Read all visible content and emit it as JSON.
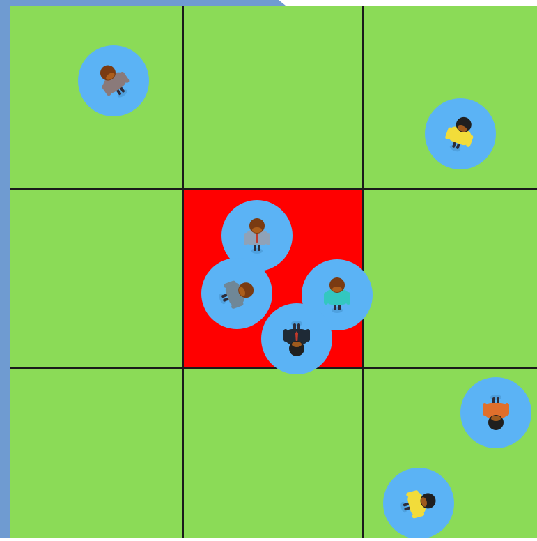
{
  "colors": {
    "background": "#ffffff",
    "frame": "#6f9bd1",
    "grass": "#8bdb57",
    "highlight": "#ff0000",
    "grid_line": "#1a1a1a",
    "token_circle": "#5bb3f5",
    "skin": "#b5651d",
    "hair_dark": "#1f1f1f",
    "hair_brown": "#7a3b12"
  },
  "board": {
    "rows": 3,
    "cols": 3,
    "highlighted_cell": {
      "row": 1,
      "col": 1
    }
  },
  "people": [
    {
      "id": "person-1",
      "cell": "top-left",
      "hair": "brown",
      "outfit": "grey",
      "outfit_color": "#8a7a7a",
      "icon": "person-topdown-icon"
    },
    {
      "id": "person-2",
      "cell": "top-right",
      "hair": "dark",
      "outfit": "yellow",
      "outfit_color": "#f2dc3a",
      "icon": "person-topdown-icon"
    },
    {
      "id": "person-3",
      "cell": "center",
      "hair": "brown",
      "outfit": "grey-suit",
      "outfit_color": "#8fa2b8",
      "icon": "person-topdown-icon"
    },
    {
      "id": "person-4",
      "cell": "center",
      "hair": "brown",
      "outfit": "grey-shirt",
      "outfit_color": "#6f8797",
      "icon": "person-topdown-icon"
    },
    {
      "id": "person-5",
      "cell": "center",
      "hair": "brown",
      "outfit": "teal",
      "outfit_color": "#33c7c0",
      "icon": "person-topdown-icon"
    },
    {
      "id": "person-6",
      "cell": "center",
      "hair": "dark",
      "outfit": "black-suit",
      "outfit_color": "#1e2a36",
      "icon": "person-topdown-icon"
    },
    {
      "id": "person-7",
      "cell": "bottom-right",
      "hair": "dark",
      "outfit": "orange",
      "outfit_color": "#e06f2c",
      "icon": "person-topdown-icon"
    },
    {
      "id": "person-8",
      "cell": "bottom-right",
      "hair": "dark",
      "outfit": "yellow",
      "outfit_color": "#f2dc3a",
      "icon": "person-topdown-icon"
    }
  ]
}
